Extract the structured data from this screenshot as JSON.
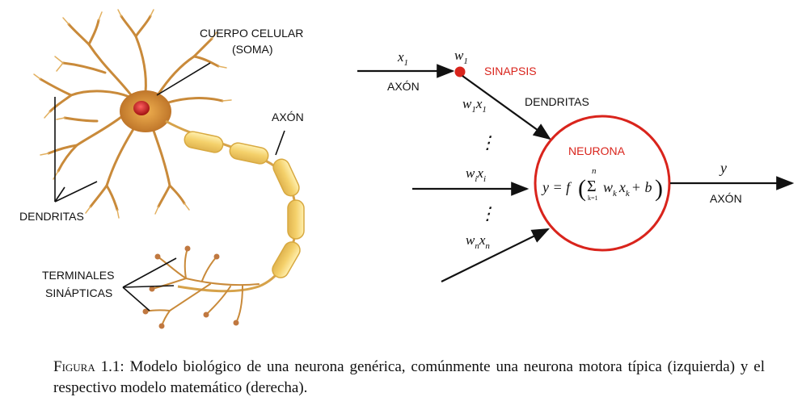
{
  "figure": {
    "bio": {
      "soma_line1": "CUERPO CELULAR",
      "soma_line2": "(SOMA)",
      "axon": "AXÓN",
      "dendrites": "DENDRITAS",
      "terminals_line1": "TERMINALES",
      "terminals_line2": "SINÁPTICAS"
    },
    "math": {
      "x1": "x",
      "x1_sub": "1",
      "axon_in": "AXÓN",
      "w1": "w",
      "w1_sub": "1",
      "synapse": "SINAPSIS",
      "w1x1_w": "w",
      "w1x1_x": "x",
      "sub1": "1",
      "dendrites": "DENDRITAS",
      "vdots": "⋮",
      "wixi_w": "w",
      "wixi_x": "x",
      "sub_i": "i",
      "wnxn_w": "w",
      "wnxn_x": "x",
      "sub_n": "n",
      "neuron": "NEURONA",
      "formula_left": "y = f",
      "sum_top": "n",
      "sum_sym": "Σ",
      "sum_bottom": "k=1",
      "wk_w": "w",
      "xk_x": "x",
      "sub_k": "k",
      "plus_b": "+ b",
      "y_out": "y",
      "axon_out": "AXÓN"
    }
  },
  "caption": {
    "label": "Figura 1.1:",
    "text": "Modelo biológico de una neurona genérica, comúnmente una neurona motora típica (izquierda) y el respectivo modelo matemático (derecha)."
  },
  "colors": {
    "red": "#d9241c",
    "soma": "#c0792a",
    "nucleus": "#c81c1c",
    "axon_sheath": "#f3d97a"
  }
}
